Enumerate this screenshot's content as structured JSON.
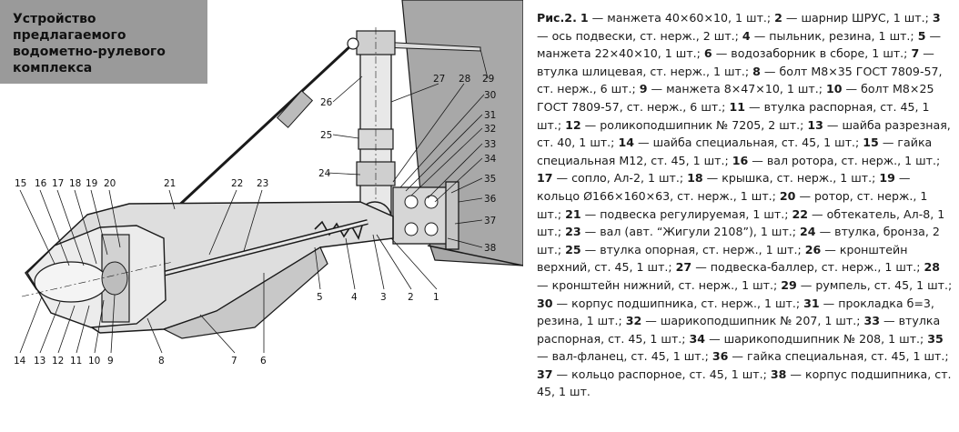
{
  "title": "Устройство предлагаемого водометно-рулевого комплекса",
  "figure_label": "Рис.2.",
  "legend": [
    {
      "n": "1",
      "text": "манжета 40×60×10, 1 шт.;"
    },
    {
      "n": "2",
      "text": "шарнир ШРУС, 1 шт.;"
    },
    {
      "n": "3",
      "text": "ось подвески, ст. нерж., 2 шт.;"
    },
    {
      "n": "4",
      "text": "пыльник, резина, 1 шт.;"
    },
    {
      "n": "5",
      "text": "манжета 22×40×10, 1 шт.;"
    },
    {
      "n": "6",
      "text": "водозаборник в сборе, 1 шт.;"
    },
    {
      "n": "7",
      "text": "втулка шлицевая, ст. нерж., 1 шт.;"
    },
    {
      "n": "8",
      "text": "болт М8×35 ГОСТ 7809-57, ст. нерж., 6 шт.;"
    },
    {
      "n": "9",
      "text": "манжета 8×47×10, 1 шт.;"
    },
    {
      "n": "10",
      "text": "болт М8×25 ГОСТ 7809-57, ст. нерж., 6 шт.;"
    },
    {
      "n": "11",
      "text": "втулка распорная, ст. 45, 1 шт.;"
    },
    {
      "n": "12",
      "text": "роликоподшипник № 7205, 2 шт.;"
    },
    {
      "n": "13",
      "text": "шайба разрезная, ст. 40, 1 шт.;"
    },
    {
      "n": "14",
      "text": "шайба специальная, ст. 45, 1 шт.;"
    },
    {
      "n": "15",
      "text": "гайка специальная М12, ст. 45, 1 шт.;"
    },
    {
      "n": "16",
      "text": "вал ротора, ст. нерж., 1 шт.;"
    },
    {
      "n": "17",
      "text": "сопло, Ал-2, 1 шт.;"
    },
    {
      "n": "18",
      "text": "крышка, ст. нерж., 1 шт.;"
    },
    {
      "n": "19",
      "text": "кольцо Ø166×160×63, ст. нерж., 1 шт.;"
    },
    {
      "n": "20",
      "text": "ротор, ст. нерж., 1 шт.;"
    },
    {
      "n": "21",
      "text": "подвеска регулируемая, 1 шт.;"
    },
    {
      "n": "22",
      "text": "обтекатель, Ал-8, 1 шт.;"
    },
    {
      "n": "23",
      "text": "вал (авт. “Жигули 2108”), 1 шт.;"
    },
    {
      "n": "24",
      "text": "втулка, бронза, 2 шт.;"
    },
    {
      "n": "25",
      "text": "втулка опорная, ст. нерж., 1 шт.;"
    },
    {
      "n": "26",
      "text": "кронштейн верхний, ст. 45, 1 шт.;"
    },
    {
      "n": "27",
      "text": "подвеска-баллер, ст. нерж., 1 шт.;"
    },
    {
      "n": "28",
      "text": "кронштейн нижний, ст. нерж., 1 шт.;"
    },
    {
      "n": "29",
      "text": "румпель, ст. 45, 1 шт.;"
    },
    {
      "n": "30",
      "text": "корпус подшипника, ст. нерж., 1 шт.;"
    },
    {
      "n": "31",
      "text": "прокладка б=3, резина, 1 шт.;"
    },
    {
      "n": "32",
      "text": "шарикоподшипник № 207, 1 шт.;"
    },
    {
      "n": "33",
      "text": "втулка распорная, ст. 45, 1 шт.;"
    },
    {
      "n": "34",
      "text": "шарикоподшипник № 208, 1 шт.;"
    },
    {
      "n": "35",
      "text": "вал-фланец, ст. 45, 1 шт.;"
    },
    {
      "n": "36",
      "text": "гайка специальная, ст. 45, 1 шт.;"
    },
    {
      "n": "37",
      "text": "кольцо распорное, ст. 45, 1 шт.;"
    },
    {
      "n": "38",
      "text": "корпус подшипника, ст. 45, 1 шт."
    }
  ],
  "callouts": [
    "1",
    "2",
    "3",
    "4",
    "5",
    "6",
    "7",
    "8",
    "9",
    "10",
    "11",
    "12",
    "13",
    "14",
    "15",
    "16",
    "17",
    "18",
    "19",
    "20",
    "21",
    "22",
    "23",
    "24",
    "25",
    "26",
    "27",
    "28",
    "29",
    "30",
    "31",
    "32",
    "33",
    "34",
    "35",
    "36",
    "37",
    "38"
  ],
  "colors": {
    "title_bg": "#9a9a9a",
    "hull": "#a8a8a8",
    "line": "#1a1a1a"
  }
}
